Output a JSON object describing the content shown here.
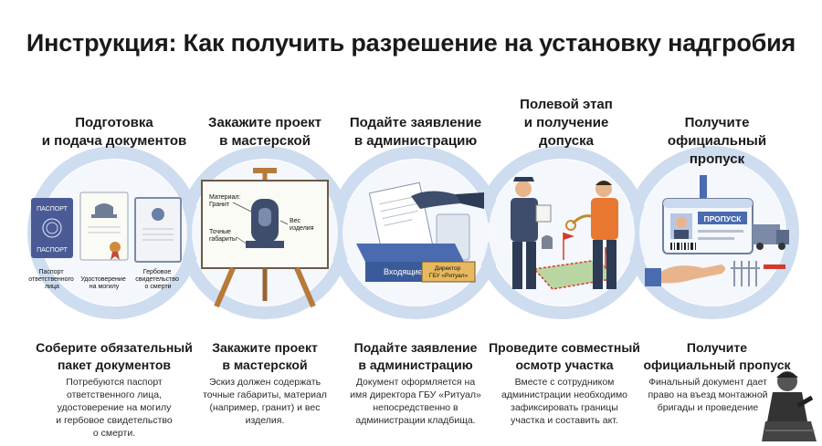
{
  "title": "Инструкция: Как получить разрешение на установку надгробия",
  "colors": {
    "wave": "#c9d9ee",
    "accent": "#2d4f86",
    "orange": "#e8782f",
    "text": "#1a1a1a"
  },
  "steps": [
    {
      "title_lines": [
        "Подготовка",
        "и подача документов"
      ],
      "sub_lines": [
        "Соберите обязательный",
        "пакет документов"
      ],
      "desc_lines": [
        "Потребуются паспорт",
        "ответственного лица,",
        "удостоверение на могилу",
        "и гербовое свидетельство",
        "о смерти."
      ],
      "doc_labels": {
        "passport_top": "ПАСПОРТ",
        "passport_bottom": "ПАСПОРТ",
        "passport_caption": [
          "Паспорт",
          "ответственного",
          "лица"
        ],
        "cert_caption": [
          "Удостоверение",
          "на могилу"
        ],
        "death_caption": [
          "Гербовое",
          "свидетельство",
          "о смерти"
        ]
      },
      "icon": "documents-icon"
    },
    {
      "title_lines": [
        "Закажите проект",
        "в мастерской"
      ],
      "sub_lines": [
        "Закажите проект",
        "в мастерской"
      ],
      "desc_lines": [
        "Эскиз должен содержать",
        "точные габариты, материал",
        "(например, гранит) и вес",
        "изделия."
      ],
      "easel_labels": {
        "material": [
          "Материал:",
          "Гранит"
        ],
        "dimensions": [
          "Точные",
          "габариты"
        ],
        "weight": [
          "Вес",
          "изделия"
        ]
      },
      "icon": "easel-icon"
    },
    {
      "title_lines": [
        "Подайте заявление",
        "в администрацию"
      ],
      "sub_lines": [
        "Подайте заявление",
        "в администрацию"
      ],
      "desc_lines": [
        "Документ оформляется на",
        "имя директора ГБУ «Ритуал»",
        "непосредственно в",
        "администрации кладбища."
      ],
      "tray_labels": {
        "inbox": "Входящие",
        "sign": [
          "Директор",
          "ГБУ «Ритуал»"
        ]
      },
      "icon": "inbox-tray-icon"
    },
    {
      "title_lines": [
        "Полевой этап",
        "и получение",
        "допуска"
      ],
      "sub_lines": [
        "Проведите совместный",
        "осмотр участка"
      ],
      "desc_lines": [
        "Вместе с сотрудником",
        "администрации необходимо",
        "зафиксировать границы",
        "участка и составить акт."
      ],
      "icon": "inspection-icon"
    },
    {
      "title_lines": [
        "Получите",
        "официальный пропуск"
      ],
      "sub_lines": [
        "Получите",
        "официальный пропуск"
      ],
      "desc_lines": [
        "Финальный документ дает",
        "право на въезд монтажной",
        "бригады и проведение"
      ],
      "badge_label": "ПРОПУСК",
      "icon": "pass-badge-icon"
    }
  ]
}
